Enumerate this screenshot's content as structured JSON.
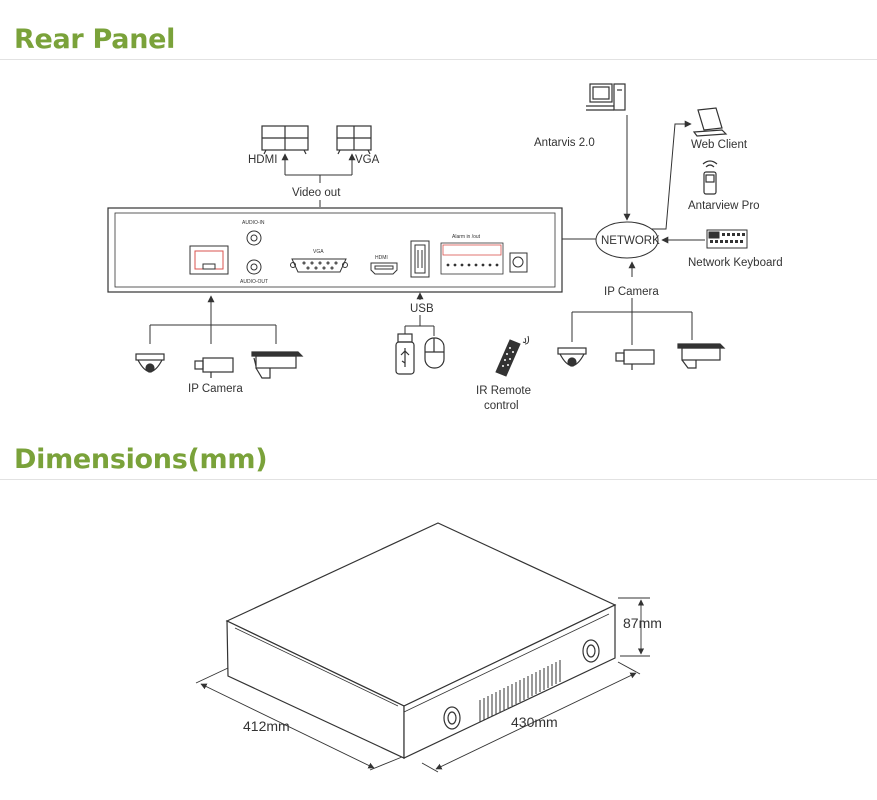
{
  "sections": {
    "rear_panel_title": "Rear Panel",
    "dimensions_title": "Dimensions(mm)"
  },
  "labels": {
    "hdmi": "HDMI",
    "vga": "VGA",
    "video_out": "Video out",
    "audio_in": "AUDIO-IN",
    "audio_out": "AUDIO-OUT",
    "vga_port": "VGA",
    "hdmi_port": "HDMI",
    "alarm": "Alarm in /out",
    "usb": "USB",
    "ip_camera_left": "IP Camera",
    "ir_remote_1": "IR Remote",
    "ir_remote_2": "control",
    "antarvis": "Antarvis 2.0",
    "web_client": "Web Client",
    "antarview_pro": "Antarview Pro",
    "network": "NETWORK",
    "network_keyboard": "Network Keyboard",
    "ip_camera_right": "IP Camera"
  },
  "dimensions": {
    "height": "87mm",
    "width": "412mm",
    "depth": "430mm"
  },
  "icons": [
    "monitor-icon",
    "computer-icon",
    "laptop-icon",
    "phone-icon",
    "keyboard-icon",
    "dome-camera-icon",
    "box-camera-icon",
    "bullet-camera-icon",
    "usb-drive-icon",
    "mouse-icon",
    "remote-control-icon"
  ],
  "colors": {
    "accent": "#7aa23a",
    "line": "#333333"
  }
}
